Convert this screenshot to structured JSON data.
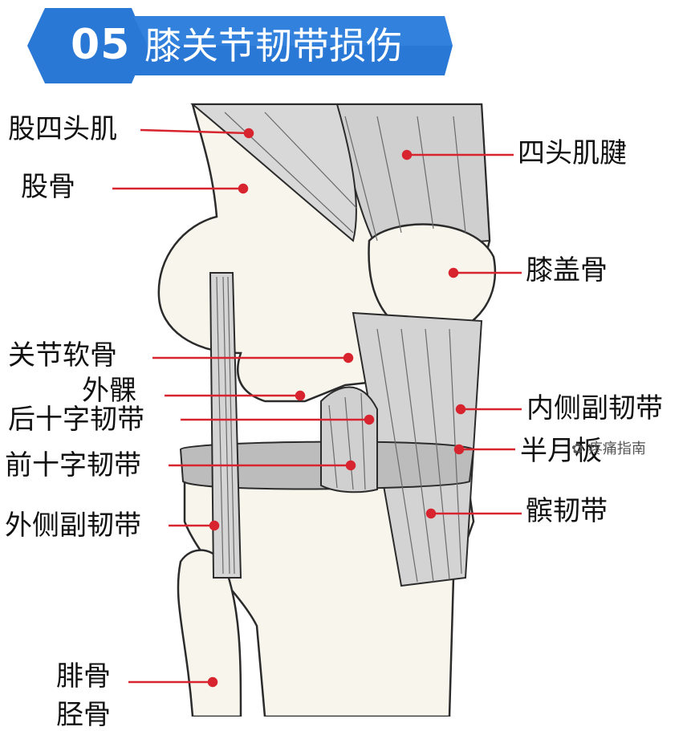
{
  "header": {
    "number": "05",
    "title": "膝关节韧带损伤"
  },
  "labels": {
    "quadriceps": "股四头肌",
    "femur": "股骨",
    "cartilage": "关节软骨",
    "condyle": "外髁",
    "pcl": "后十字韧带",
    "acl": "前十字韧带",
    "lcl": "外侧副韧带",
    "fibula": "腓骨",
    "tibia": "胫骨",
    "quad_tendon": "四头肌腱",
    "patella": "膝盖骨",
    "mcl": "内侧副韧带",
    "meniscus": "半月板",
    "patellar_lig": "髌韧带"
  },
  "watermark": "疼痛指南",
  "colors": {
    "banner_blue": "#2a78d6",
    "banner_dark": "#1a5bb0",
    "leader_red": "#d8242e",
    "bone": "#f7f5ec",
    "tissue": "#cfcfcf",
    "outline": "#2b2b2b"
  }
}
